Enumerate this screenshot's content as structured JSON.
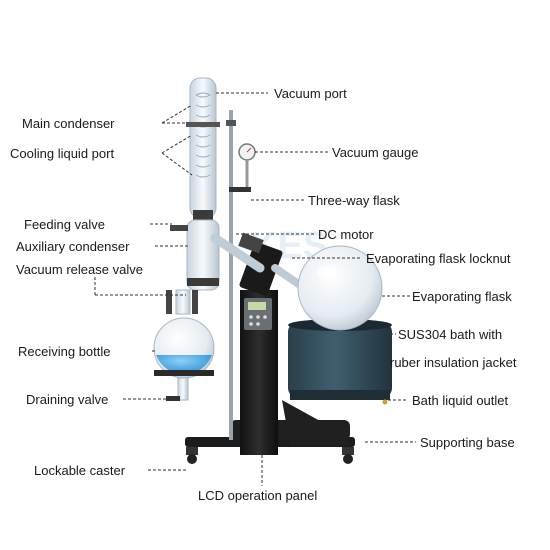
{
  "labels": {
    "vacuum_port": "Vacuum port",
    "main_condenser": "Main condenser",
    "cooling_liquid_port": "Cooling liquid port",
    "vacuum_gauge": "Vacuum gauge",
    "three_way_flask": "Three-way flask",
    "feeding_valve": "Feeding valve",
    "dc_motor": "DC motor",
    "auxiliary_condenser": "Auxiliary condenser",
    "evaporating_flask_locknut": "Evaporating flask locknut",
    "vacuum_release_valve": "Vacuum release valve",
    "evaporating_flask": "Evaporating flask",
    "sus304_bath_line1": "SUS304 bath with",
    "sus304_bath_line2": "ruber insulation jacket",
    "receiving_bottle": "Receiving bottle",
    "draining_valve": "Draining valve",
    "bath_liquid_outlet": "Bath liquid outlet",
    "supporting_base": "Supporting base",
    "lockable_caster": "Lockable caster",
    "lcd_operation_panel": "LCD operation panel"
  },
  "watermark": "KES",
  "colors": {
    "text": "#1a1a1a",
    "leader": "#333333",
    "frame": "#1c1c1c",
    "bath": "#2f4a56",
    "liquid": "#4aa6e0",
    "glass": "#dfe7ee"
  }
}
